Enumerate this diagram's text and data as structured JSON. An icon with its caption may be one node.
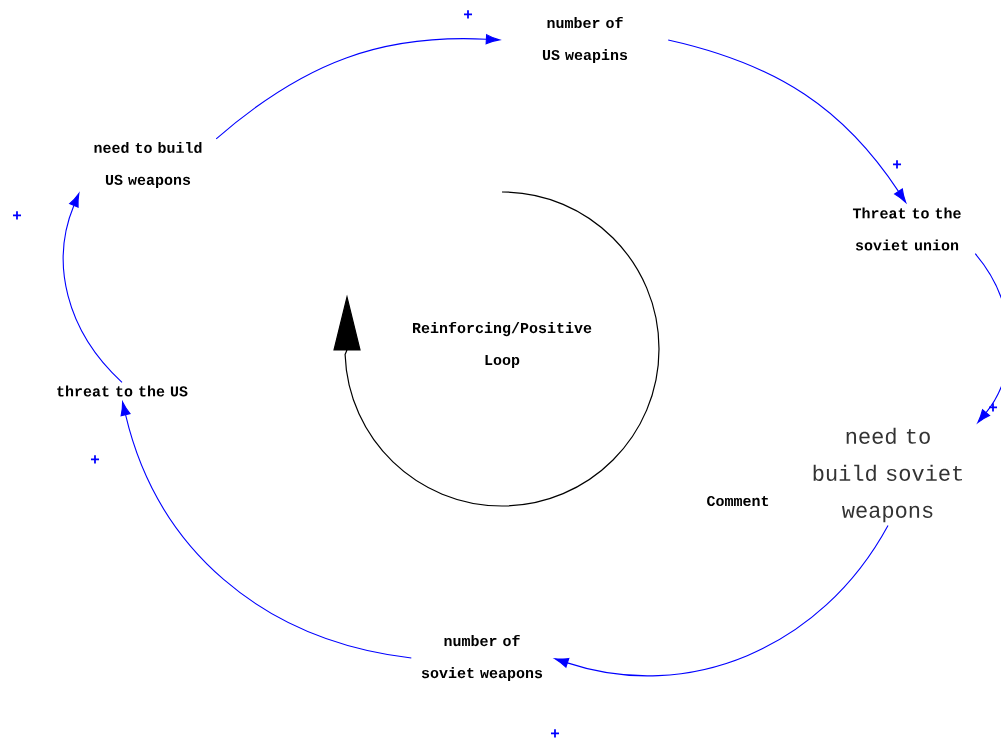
{
  "diagram": {
    "nodes": [
      {
        "text": [
          "number of US weapins"
        ]
      },
      {
        "text": [
          "Threat to the soviet union"
        ]
      },
      {
        "text": [
          "need to build soviet weapons"
        ]
      },
      {
        "text": [
          "number of soviet weapons"
        ]
      },
      {
        "text": [
          "threat to the US"
        ]
      },
      {
        "text": [
          "need to build US weapons"
        ]
      }
    ],
    "edges": [
      {
        "from": 5,
        "to": 0,
        "arrow": "to",
        "label": "+"
      },
      {
        "from": 0,
        "to": 1,
        "arrow": "to",
        "label": "+"
      },
      {
        "from": 1,
        "to": 2,
        "arrow": "to",
        "label": "+"
      },
      {
        "from": 2,
        "to": 3,
        "arrow": "to",
        "label": "+"
      },
      {
        "from": 3,
        "to": 4,
        "arrow": "to",
        "label": "+"
      },
      {
        "from": 4,
        "to": 5,
        "arrow": "to",
        "label": "+"
      }
    ],
    "labels": [
      "Reinforcing/Positive Loop",
      "Comment"
    ]
  }
}
